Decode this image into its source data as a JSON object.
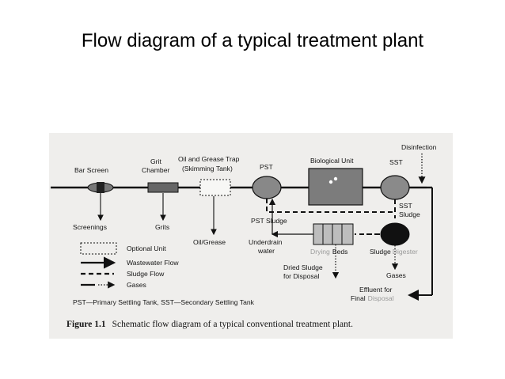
{
  "slide": {
    "title": "Flow diagram of a typical treatment plant"
  },
  "diagram": {
    "nodes": {
      "bar_screen": "Bar Screen",
      "grit_line1": "Grit",
      "grit_line2": "Chamber",
      "oil_line1": "Oil and Grease Trap",
      "oil_line2": "(Skimming Tank)",
      "pst": "PST",
      "biological_unit": "Biological Unit",
      "sst": "SST",
      "disinfection": "Disinfection",
      "sst_sludge_line1": "SST",
      "sst_sludge_line2": "Sludge",
      "pst_sludge": "PST Sludge",
      "screenings": "Screenings",
      "grits": "Grits",
      "oil_grease": "Oil/Grease",
      "underdrain_line1": "Underdrain",
      "underdrain_line2": "water",
      "drying_part1": "Drying",
      "drying_part2": "Beds",
      "sludge_part1": "Sludge",
      "sludge_part2": "Digester",
      "dried_line1": "Dried Sludge",
      "dried_line2": "for Disposal",
      "gases": "Gases",
      "effluent_line1": "Effluent for",
      "effluent_part1": "Final",
      "effluent_part2": "Disposal"
    },
    "legend": {
      "optional_unit": "Optional Unit",
      "wastewater_flow": "Wastewater Flow",
      "sludge_flow": "Sludge Flow",
      "gases": "Gases"
    },
    "abbreviations": "PST—Primary Settling Tank, SST—Secondary Settling Tank",
    "caption": {
      "label": "Figure 1.1",
      "text": "Schematic flow diagram of a typical conventional treatment plant."
    }
  }
}
